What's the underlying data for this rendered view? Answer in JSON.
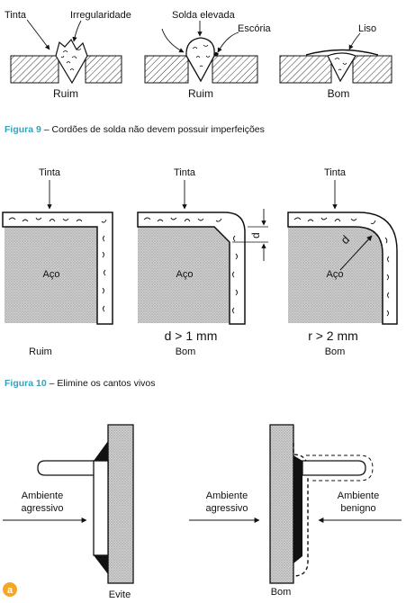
{
  "colors": {
    "ink": "#111111",
    "caption_accent": "#3aa0b8",
    "hatch": "#333333",
    "dot_fill": "#9a9a9a",
    "badge": "#f5a623"
  },
  "figure9": {
    "caption_num": "Figura 9",
    "caption_text": " – Cordões de solda não devem possuir imperfeições",
    "panel1": {
      "label_paint": "Tinta",
      "label_defect": "Irregularidade",
      "verdict": "Ruim"
    },
    "panel2": {
      "label_raised": "Solda elevada",
      "label_slag": "Escória",
      "verdict": "Ruim"
    },
    "panel3": {
      "label_smooth": "Liso",
      "verdict": "Bom"
    }
  },
  "figure10": {
    "caption_num": "Figura 10",
    "caption_text": " – Elimine os cantos vivos",
    "panel1": {
      "label_paint": "Tinta",
      "label_steel": "Aço",
      "verdict": "Ruim",
      "rule": ""
    },
    "panel2": {
      "label_paint": "Tinta",
      "label_steel": "Aço",
      "dim_symbol": "d",
      "rule": "d > 1 mm",
      "verdict": "Bom"
    },
    "panel3": {
      "label_paint": "Tinta",
      "label_steel": "Aço",
      "dim_symbol": "d",
      "rule": "r > 2 mm",
      "verdict": "Bom"
    }
  },
  "figure11": {
    "left": {
      "env": [
        "Ambiente",
        "agressivo"
      ],
      "verdict": "Evite"
    },
    "right": {
      "env_left": [
        "Ambiente",
        "agressivo"
      ],
      "env_right": [
        "Ambiente",
        "benigno"
      ],
      "verdict": "Bom"
    },
    "badge_letter": "a"
  }
}
